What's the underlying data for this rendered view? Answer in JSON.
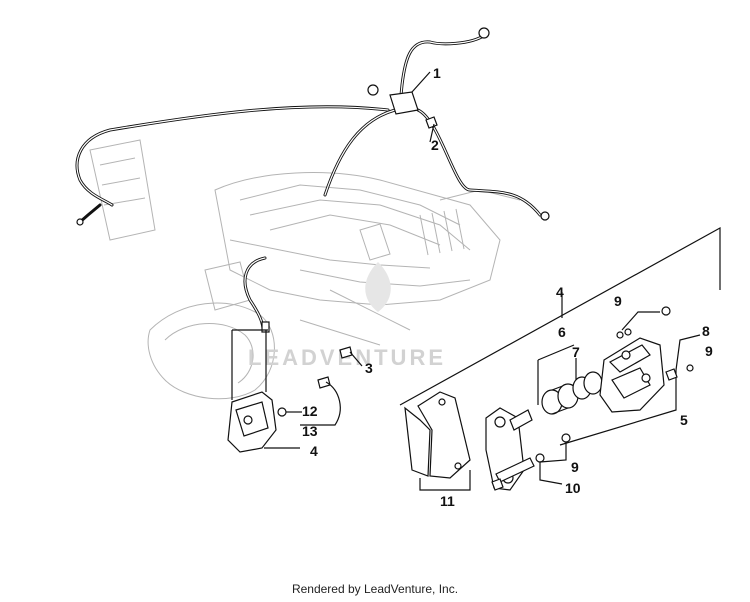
{
  "watermark": "LEADVENTURE",
  "footer": "Rendered by LeadVenture, Inc.",
  "callouts": {
    "c1": "1",
    "c2": "2",
    "c3": "3",
    "c4a": "4",
    "c4b": "4",
    "c5": "5",
    "c6": "6",
    "c7": "7",
    "c8": "8",
    "c9a": "9",
    "c9b": "9",
    "c9c": "9",
    "c10": "10",
    "c11": "11",
    "c12": "12",
    "c13": "13"
  }
}
